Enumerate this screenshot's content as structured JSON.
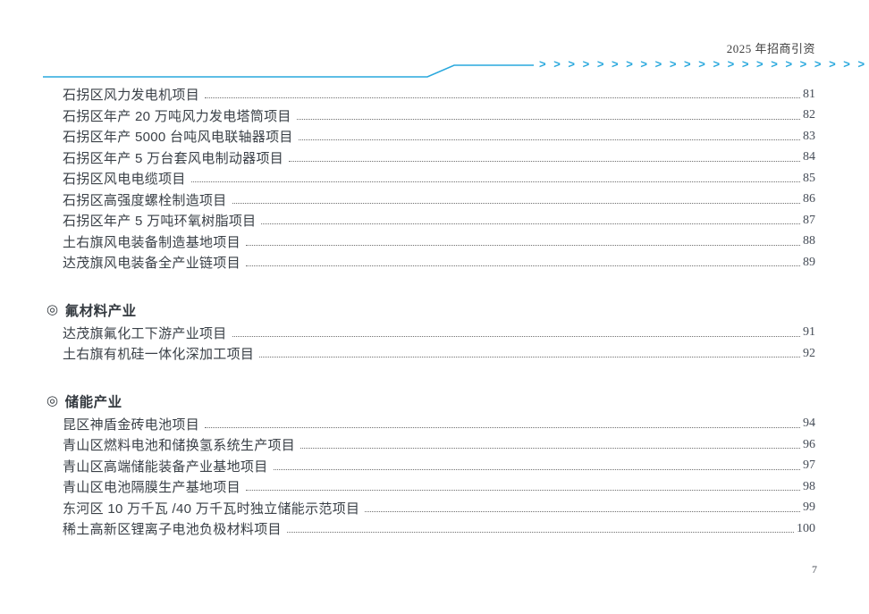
{
  "header": {
    "doc_title": "2025 年招商引资",
    "chevrons": "> > > > > > > > > > > > > > > > > > > > > > > > >"
  },
  "toc": {
    "sections": [
      {
        "bullet": "",
        "heading": "",
        "entries": [
          {
            "title": "石拐区风力发电机项目",
            "page": "81"
          },
          {
            "title": "石拐区年产 20 万吨风力发电塔筒项目",
            "page": "82"
          },
          {
            "title": "石拐区年产 5000 台吨风电联轴器项目",
            "page": "83"
          },
          {
            "title": "石拐区年产 5 万台套风电制动器项目",
            "page": "84"
          },
          {
            "title": "石拐区风电电缆项目",
            "page": "85"
          },
          {
            "title": "石拐区高强度螺栓制造项目",
            "page": "86"
          },
          {
            "title": "石拐区年产 5 万吨环氧树脂项目",
            "page": "87"
          },
          {
            "title": "土右旗风电装备制造基地项目",
            "page": "88"
          },
          {
            "title": "达茂旗风电装备全产业链项目",
            "page": "89"
          }
        ]
      },
      {
        "bullet": "◎",
        "heading": "氟材料产业",
        "entries": [
          {
            "title": "达茂旗氟化工下游产业项目",
            "page": "91"
          },
          {
            "title": "土右旗有机硅一体化深加工项目",
            "page": "92"
          }
        ]
      },
      {
        "bullet": "◎",
        "heading": "储能产业",
        "entries": [
          {
            "title": "昆区神盾金砖电池项目",
            "page": "94"
          },
          {
            "title": "青山区燃料电池和储换氢系统生产项目",
            "page": "96"
          },
          {
            "title": "青山区高端储能装备产业基地项目",
            "page": "97"
          },
          {
            "title": "青山区电池隔膜生产基地项目",
            "page": "98"
          },
          {
            "title": "东河区 10 万千瓦 /40 万千瓦时独立储能示范项目",
            "page": "99"
          },
          {
            "title": "稀土高新区锂离子电池负极材料项目",
            "page": "100"
          }
        ]
      }
    ]
  },
  "footer": {
    "page_number": "7"
  },
  "colors": {
    "accent": "#29a8dd",
    "text": "#3a4047",
    "leader": "#6f6f6f",
    "page_number": "#454c57"
  }
}
